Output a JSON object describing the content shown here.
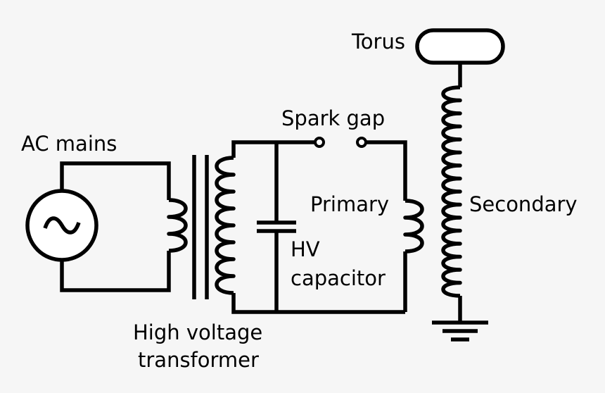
{
  "labels": {
    "torus": "Torus",
    "spark_gap": "Spark gap",
    "ac_mains": "AC mains",
    "primary": "Primary",
    "secondary": "Secondary",
    "hv_capacitor_line1": "HV",
    "hv_capacitor_line2": "capacitor",
    "transformer_line1": "High voltage",
    "transformer_line2": "transformer"
  },
  "colors": {
    "line": "#000000",
    "background": "#f6f6f6"
  }
}
